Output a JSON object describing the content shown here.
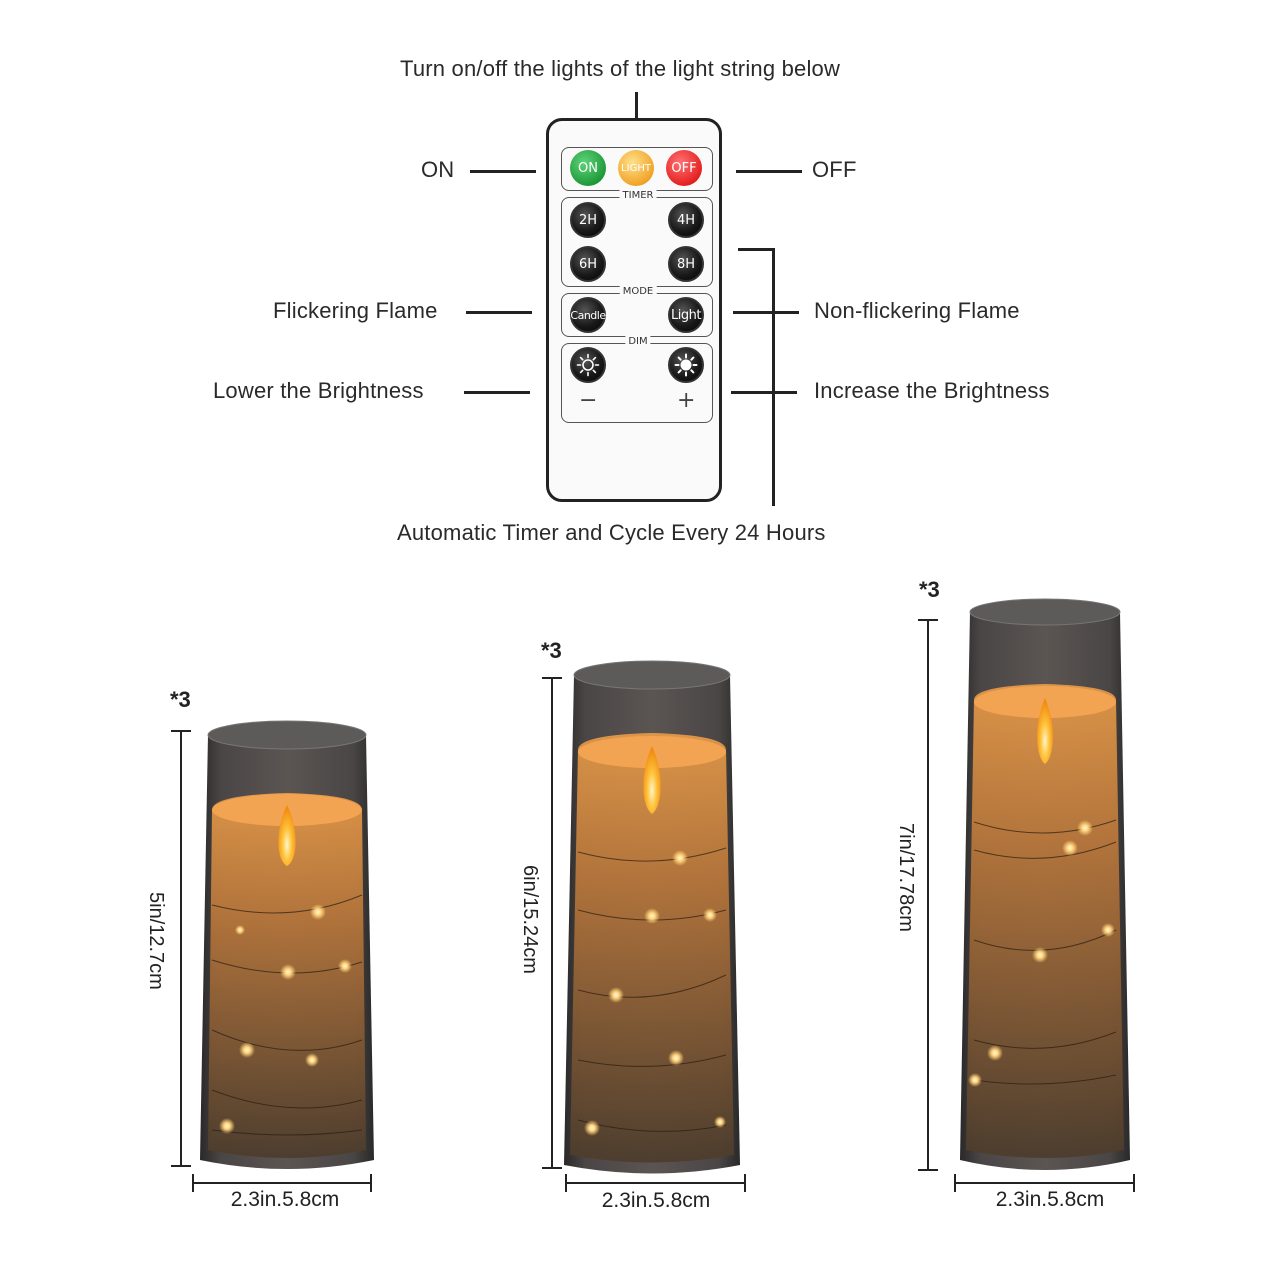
{
  "top_caption": "Turn on/off the lights of the light string below",
  "bottom_caption": "Automatic Timer and Cycle Every 24 Hours",
  "labels": {
    "on": "ON",
    "off": "OFF",
    "flickering": "Flickering Flame",
    "non_flickering": "Non-flickering Flame",
    "lower": "Lower the Brightness",
    "increase": "Increase the Brightness"
  },
  "remote": {
    "power": {
      "on": "ON",
      "light": "LIGHT",
      "off": "OFF"
    },
    "timer": {
      "title": "TIMER",
      "b2h": "2H",
      "b4h": "4H",
      "b6h": "6H",
      "b8h": "8H"
    },
    "mode": {
      "title": "MODE",
      "candle": "Candle",
      "light": "Light"
    },
    "dim": {
      "title": "DIM",
      "minus": "−",
      "plus": "+"
    }
  },
  "candles": [
    {
      "qty": "*3",
      "height": "5in/12.7cm",
      "width": "2.3in.5.8cm"
    },
    {
      "qty": "*3",
      "height": "6in/15.24cm",
      "width": "2.3in.5.8cm"
    },
    {
      "qty": "*3",
      "height": "7in/17.78cm",
      "width": "2.3in.5.8cm"
    }
  ],
  "colors": {
    "glass": "#3e3c3c",
    "wax": "#e0903a",
    "flame": "#ffb01a",
    "led": "#ffd27a"
  }
}
